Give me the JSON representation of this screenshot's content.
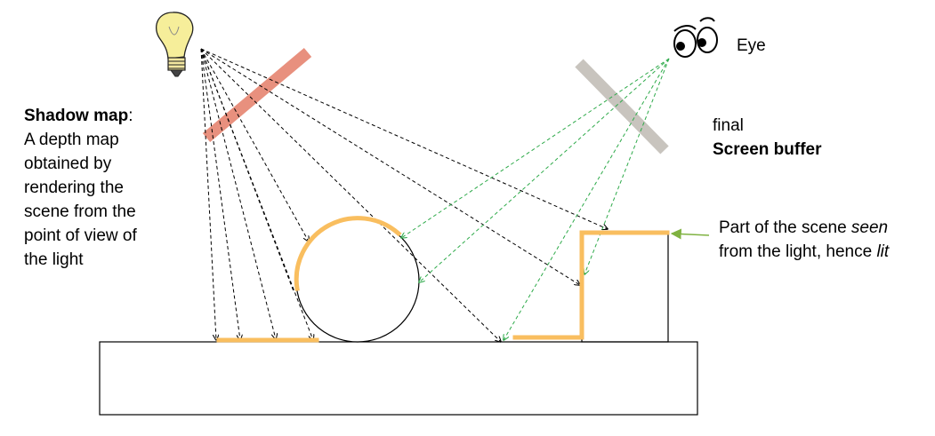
{
  "labels": {
    "eye": "Eye",
    "shadow_map_title": "Shadow map",
    "shadow_map_colon": ":",
    "shadow_map_desc": [
      "A depth map",
      "obtained by",
      "rendering the",
      "scene from the",
      "point of view  of",
      "the light"
    ],
    "screen_buffer_line1": "final",
    "screen_buffer_line2": "Screen buffer",
    "lit_part": {
      "line1_pre": "Part of the scene ",
      "line1_em": "seen",
      "line2_pre": "from the light, hence ",
      "line2_em": "lit"
    }
  },
  "colors": {
    "shadow_map_plane": "#E8907E",
    "screen_plane": "#C8C4BE",
    "lit_surface": "#F9BE5F",
    "light_rays": "#000000",
    "eye_rays": "#2EAA4A",
    "callout_arrow": "#7FB241",
    "bulb": "#F6EE9A"
  },
  "icons": {
    "light": "light-bulb-icon",
    "eye": "eyes-icon"
  }
}
